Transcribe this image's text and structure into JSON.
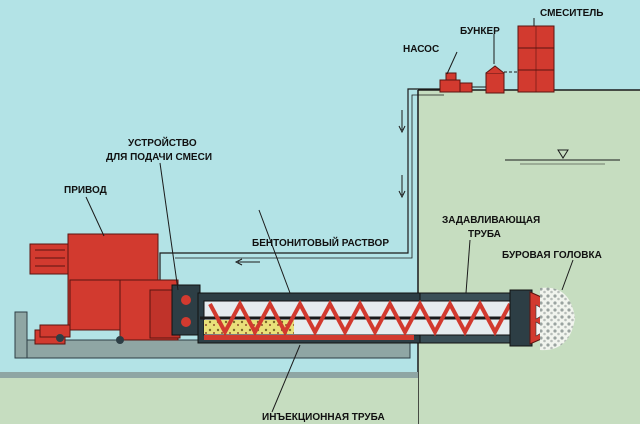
{
  "labels": {
    "mixer": "СМЕСИТЕЛЬ",
    "pump": "НАСОС",
    "hopper": "БУНКЕР",
    "feeder_line1": "УСТРОЙСТВО",
    "feeder_line2": "ДЛЯ ПОДАЧИ СМЕСИ",
    "drive": "ПРИВОД",
    "bentonite": "БЕНТОНИТОВЫЙ РАСТВОР",
    "jacking_pipe_line1": "ЗАДАВЛИВАЮЩАЯ",
    "jacking_pipe_line2": "ТРУБА",
    "drill_head": "БУРОВАЯ ГОЛОВКА",
    "injection_pipe": "ИНЪЕКЦИОННАЯ ТРУБА"
  },
  "colors": {
    "background": "#b3e3e6",
    "ground": "#c6ddc0",
    "machine_red": "#d23a2f",
    "steel": "#2d3e45",
    "line": "#1b1b1b"
  }
}
